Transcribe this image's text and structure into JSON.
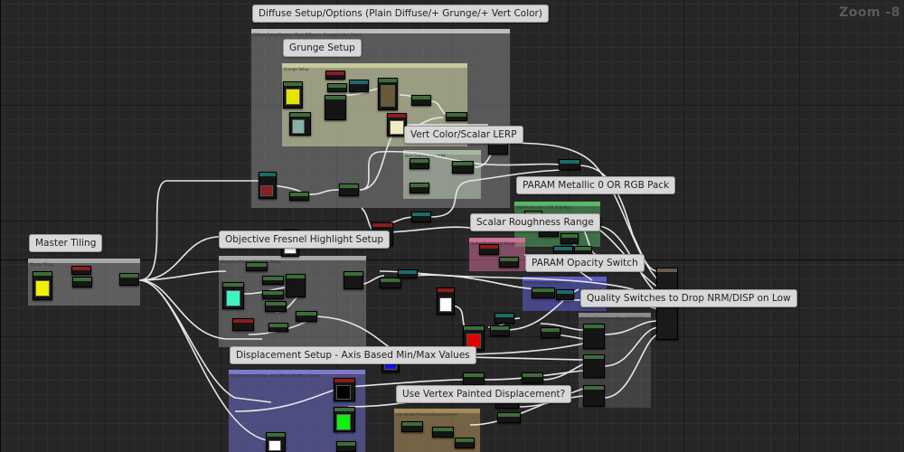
{
  "zoom_label": "Zoom -8",
  "colors": {
    "graph_bg": "#262626",
    "wire": "#e6e6e6",
    "node_header_green": "#3e6b3a",
    "node_header_red": "#8a1d1d",
    "node_header_teal": "#1d6a6a"
  },
  "comment_boxes": [
    {
      "key": "diffuse",
      "title": "Diffuse Setup/Options (Plain Diffuse/+ Grunge/+ Vert Color)",
      "color": "#8f8f8f"
    },
    {
      "key": "grunge",
      "title": "Grunge Setup",
      "color": "#c6ca9a"
    },
    {
      "key": "vert_color",
      "title": "Vert Color/Scalar LERP",
      "color": "#a9b8a2"
    },
    {
      "key": "metallic",
      "title": "PARAM Metallic 0 OR RGB Pack",
      "color": "#5bb56c"
    },
    {
      "key": "master_tiling",
      "title": "Master Tiling",
      "color": "#8c8c8c"
    },
    {
      "key": "fresnel",
      "title": "Objective Fresnel Highlight Setup",
      "color": "#8c8c8c"
    },
    {
      "key": "roughness",
      "title": "Scalar Roughness Range",
      "color": "#c9739a"
    },
    {
      "key": "opacity",
      "title": "PARAM Opacity Switch",
      "color": "#5e5fc7"
    },
    {
      "key": "quality",
      "title": "Quality Switches to Drop NRM/DISP on Low",
      "color": "#5a5a5a"
    },
    {
      "key": "displacement",
      "title": "Displacement Setup - Axis Based Min/Max Values",
      "color": "#7c7ac9"
    },
    {
      "key": "vertex_disp",
      "title": "Use Vertex Painted Displacement?",
      "color": "#a48b5a"
    }
  ]
}
